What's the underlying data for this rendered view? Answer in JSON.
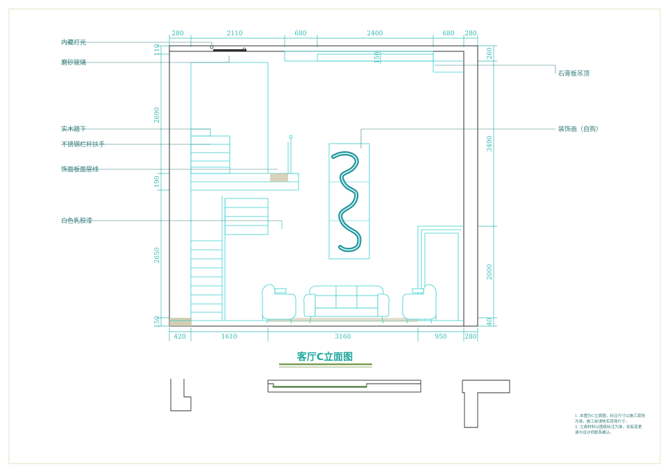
{
  "drawing": {
    "title": "客厅C立面图",
    "top_dims": [
      "280",
      "2110",
      "680",
      "2400",
      "680",
      "280"
    ],
    "bottom_dims": [
      "420",
      "1610",
      "3160",
      "950",
      "280"
    ],
    "left_dims": [
      "110",
      "2690",
      "190",
      "2650",
      "150"
    ],
    "right_dims": [
      "260",
      "3490",
      "2000",
      "40"
    ],
    "inner_dim": "150",
    "labels_left": [
      "内藏灯光",
      "磨砂玻璃",
      "实木踏下",
      "不锈钢栏杆扶手",
      "饰面板面层线",
      "白色乳胶漆"
    ],
    "labels_right": [
      "石膏板吊顶",
      "装饰画（自购）"
    ],
    "notes": [
      "1. 本图为C立面图，标注尺寸以施工现场",
      "   为准，施工前请核实现场尺寸。",
      "2. 立面材料以图纸标注为准，如有变更",
      "   请与设计师联系确认。"
    ],
    "colors": {
      "frame": "#2b2b2b",
      "line": "#33cccc",
      "dim": "#2db8b0",
      "label": "#2f7a78",
      "title": "#22a8a0",
      "title_rule": "#7a9a50",
      "border": "#d9e6c2",
      "floor": "#c9c0a0"
    }
  }
}
